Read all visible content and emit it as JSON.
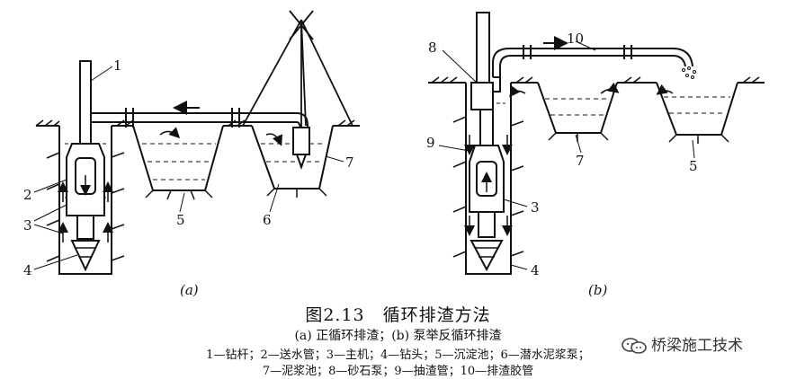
{
  "figure": {
    "title": "图2.13　循环排渣方法",
    "subtitle": "(a) 正循环排渣；(b) 泵举反循环排渣",
    "legend_line1": "1—钻杆；2—送水管；3—主机；4—钻头；5—沉淀池；6—潜水泥浆泵；",
    "legend_line2": "7—泥浆池；8—砂石泵；9—抽渣管；10—排渣胶管",
    "panel_a": {
      "sublabel": "(a)",
      "labels": {
        "n1": "1",
        "n2": "2",
        "n3": "3",
        "n4": "4",
        "n5": "5",
        "n6": "6",
        "n7": "7"
      }
    },
    "panel_b": {
      "sublabel": "(b)",
      "labels": {
        "n3": "3",
        "n4": "4",
        "n5": "5",
        "n7": "7",
        "n8": "8",
        "n9": "9",
        "n10": "10"
      }
    }
  },
  "watermark": {
    "text": "桥梁施工技术",
    "icon": "wechat-icon"
  }
}
